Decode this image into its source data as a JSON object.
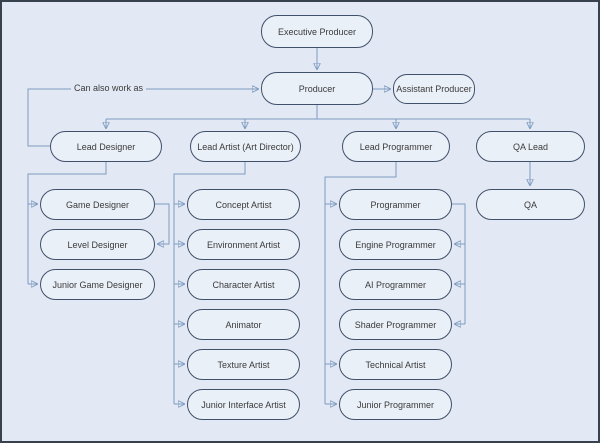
{
  "diagram": {
    "type": "org-chart",
    "subject": "Game development team hierarchy",
    "nodes": {
      "executive_producer": "Executive Producer",
      "producer": "Producer",
      "assistant_producer": "Assistant Producer",
      "lead_designer": "Lead Designer",
      "lead_artist": "Lead Artist (Art Director)",
      "lead_programmer": "Lead Programmer",
      "qa_lead": "QA Lead",
      "game_designer": "Game Designer",
      "level_designer": "Level Designer",
      "junior_game_designer": "Junior Game Designer",
      "concept_artist": "Concept Artist",
      "environment_artist": "Environment Artist",
      "character_artist": "Character Artist",
      "animator": "Animator",
      "texture_artist": "Texture Artist",
      "junior_interface_artist": "Junior Interface Artist",
      "programmer": "Programmer",
      "engine_programmer": "Engine Programmer",
      "ai_programmer": "AI Programmer",
      "shader_programmer": "Shader Programmer",
      "technical_artist": "Technical Artist",
      "junior_programmer": "Junior Programmer",
      "qa": "QA"
    },
    "annotations": {
      "can_also_work_as": "Can also work as"
    },
    "edges": [
      {
        "from": "Executive Producer",
        "to": "Producer"
      },
      {
        "from": "Producer",
        "to": "Assistant Producer"
      },
      {
        "from": "Lead Designer",
        "to": "Producer",
        "label": "Can also work as"
      },
      {
        "from": "Producer",
        "to": "Lead Designer"
      },
      {
        "from": "Producer",
        "to": "Lead Artist (Art Director)"
      },
      {
        "from": "Producer",
        "to": "Lead Programmer"
      },
      {
        "from": "Producer",
        "to": "QA Lead"
      },
      {
        "from": "Lead Designer",
        "to": "Game Designer"
      },
      {
        "from": "Lead Designer",
        "to": "Junior Game Designer"
      },
      {
        "from": "Game Designer",
        "to": "Level Designer"
      },
      {
        "from": "Lead Artist (Art Director)",
        "to": "Concept Artist"
      },
      {
        "from": "Lead Artist (Art Director)",
        "to": "Environment Artist"
      },
      {
        "from": "Lead Artist (Art Director)",
        "to": "Character Artist"
      },
      {
        "from": "Lead Artist (Art Director)",
        "to": "Animator"
      },
      {
        "from": "Lead Artist (Art Director)",
        "to": "Texture Artist"
      },
      {
        "from": "Lead Artist (Art Director)",
        "to": "Junior Interface Artist"
      },
      {
        "from": "Lead Programmer",
        "to": "Programmer"
      },
      {
        "from": "Lead Programmer",
        "to": "Technical Artist"
      },
      {
        "from": "Lead Programmer",
        "to": "Junior Programmer"
      },
      {
        "from": "Programmer",
        "to": "Engine Programmer"
      },
      {
        "from": "Programmer",
        "to": "AI Programmer"
      },
      {
        "from": "Programmer",
        "to": "Shader Programmer"
      },
      {
        "from": "QA Lead",
        "to": "QA"
      }
    ],
    "colors": {
      "background": "#e2e9f4",
      "node_fill": "#eaf0f8",
      "node_border": "#41506a",
      "line": "#7e9bc0",
      "arrowhead": "#4a70a6",
      "frame_border": "#38424f",
      "text": "#3a3a3a"
    }
  }
}
